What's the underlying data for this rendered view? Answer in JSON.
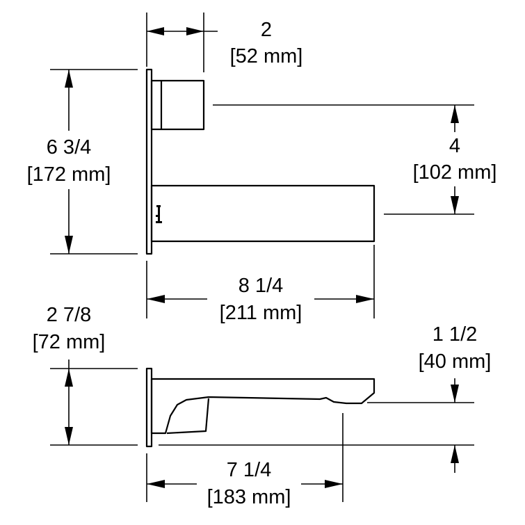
{
  "dimensions": {
    "handle_depth": {
      "imperial": "2",
      "metric": "[52 mm]"
    },
    "plate_height": {
      "imperial": "6 3/4",
      "metric": "[172 mm]"
    },
    "center_spacing": {
      "imperial": "4",
      "metric": "[102 mm]"
    },
    "spout_length": {
      "imperial": "8 1/4",
      "metric": "[211 mm]"
    },
    "side_height": {
      "imperial": "2 7/8",
      "metric": "[72 mm]"
    },
    "outlet_height": {
      "imperial": "1 1/2",
      "metric": "[40 mm]"
    },
    "outlet_reach": {
      "imperial": "7 1/4",
      "metric": "[183 mm]"
    }
  }
}
